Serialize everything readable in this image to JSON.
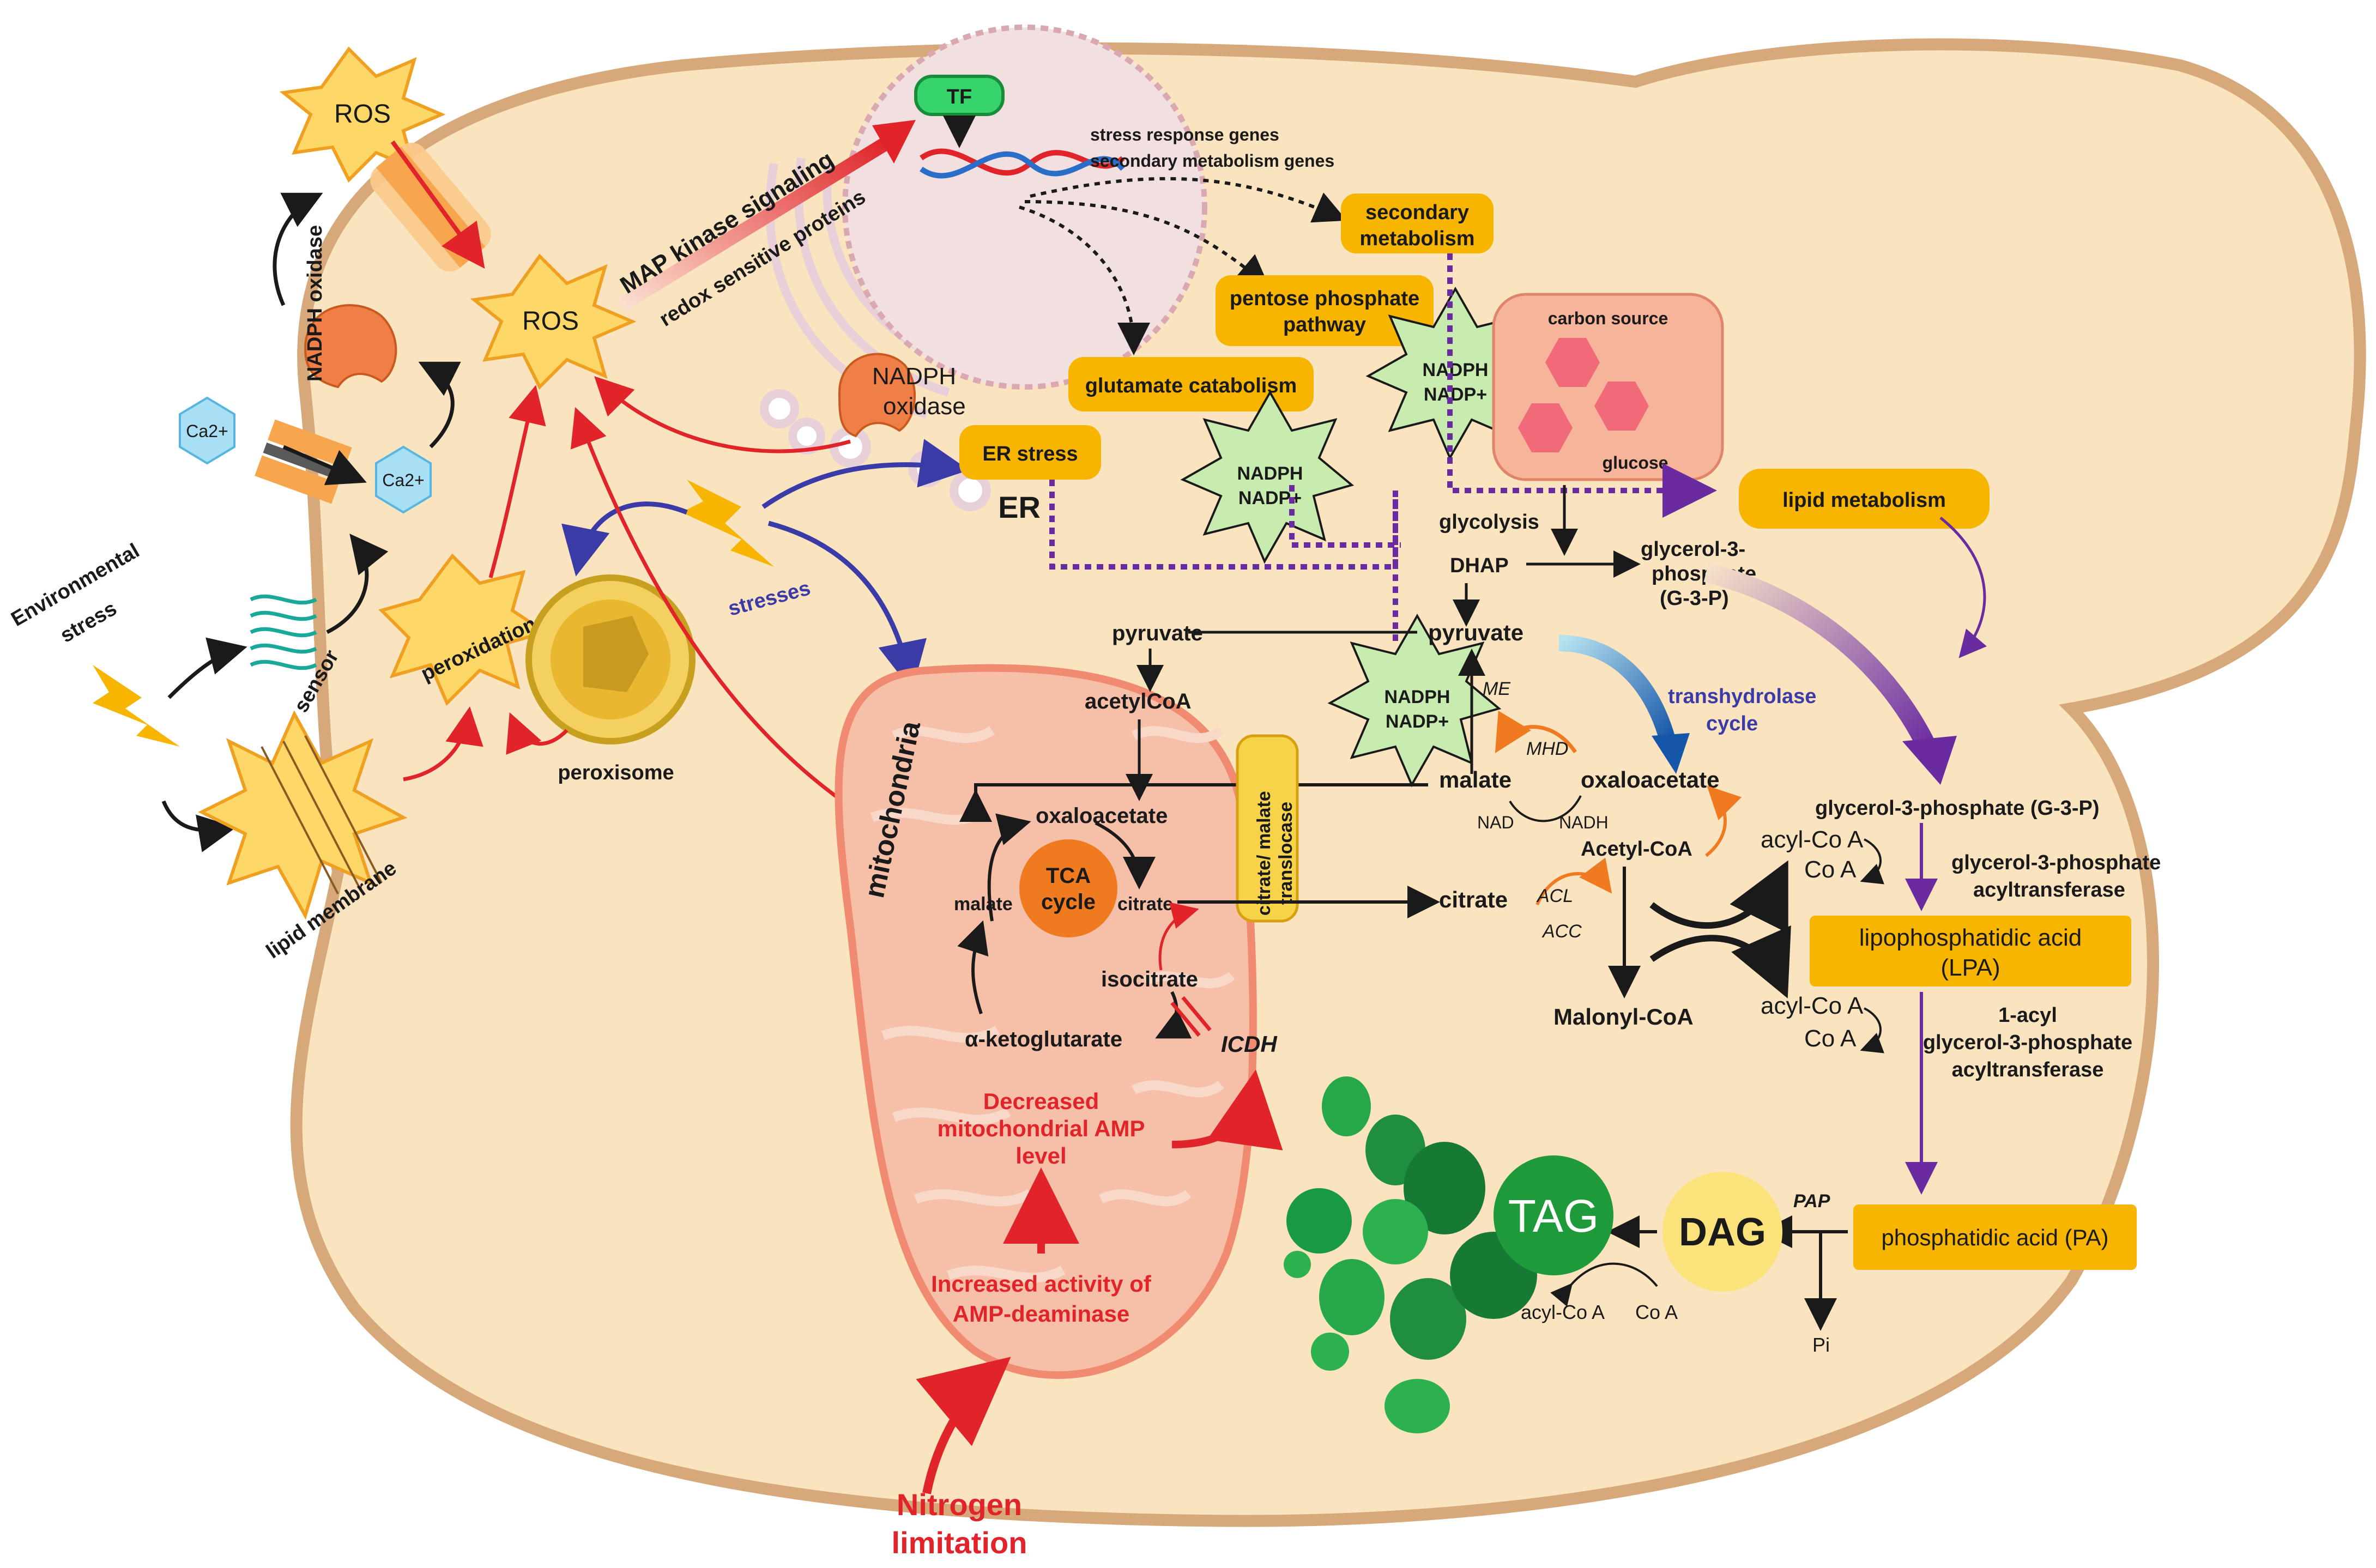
{
  "labels": {
    "ros_top": "ROS",
    "ros_mid": "ROS",
    "nadph_oxidase_left": "NADPH oxidase",
    "ca_a": "Ca2+",
    "ca_b": "Ca2+",
    "environmental_stress": [
      "Environmental",
      "stress"
    ],
    "sensor": "sensor",
    "peroxidation": "peroxidation",
    "peroxisome": "peroxisome",
    "lipid_membrane": "lipid membrane",
    "stresses": "stresses",
    "mitochondria": "mitochondria",
    "map_kinase": "MAP kinase signaling",
    "redox_proteins": "redox sensitive proteins",
    "tf": "TF",
    "genes": [
      "stress response genes",
      "secondary metabolism genes"
    ],
    "nadph_oxidase_er": [
      "NADPH",
      "oxidase"
    ],
    "er_stress": "ER stress",
    "er": "ER",
    "glutamate_catabolism": "glutamate catabolism",
    "pentose_phosphate": [
      "pentose phosphate",
      "pathway"
    ],
    "secondary_metabolism": [
      "secondary",
      "metabolism"
    ],
    "nadph": "NADPH",
    "nadp": "NADP+",
    "carbon_source": "carbon source",
    "glucose": "glucose",
    "lipid_metabolism": "lipid metabolism",
    "glycolysis": "glycolysis",
    "dhap": "DHAP",
    "g3p_top": [
      "glycerol-3-",
      "phosphate",
      "(G-3-P)"
    ],
    "pyruvate_cyto": "pyruvate",
    "me": "ME",
    "transhydrolase": [
      "transhydrolase",
      "cycle"
    ],
    "malate_cyto": "malate",
    "oxaloacetate_cyto": "oxaloacetate",
    "mhd": "MHD",
    "nad": "NAD",
    "nadh": "NADH",
    "acetyl_coa": "Acetyl-CoA",
    "citrate_cyto": "citrate",
    "acl": "ACL",
    "acc": "ACC",
    "malonyl_coa": "Malonyl-CoA",
    "pyruvate_mito": "pyruvate",
    "acetylcoa_mito": "acetylCoA",
    "oxaloacetate_mito": "oxaloacetate",
    "tca": [
      "TCA",
      "cycle"
    ],
    "malate_mito": "malate",
    "citrate_mito": "citrate",
    "isocitrate": "isocitrate",
    "akg": "α-ketoglutarate",
    "icdh": "ICDH",
    "translocase": [
      "citrate/ malate",
      "translocase"
    ],
    "decreased_amp": [
      "Decreased",
      "mitochondrial AMP",
      "level"
    ],
    "increased_activity": [
      "Increased activity of",
      "AMP-deaminase"
    ],
    "nitrogen": [
      "Nitrogen",
      "limitation"
    ],
    "g3p_right": "glycerol-3-phosphate (G-3-P)",
    "acylcoa_1": "acyl-Co A",
    "coa_1": "Co A",
    "g3p_acyltransferase": [
      "glycerol-3-phosphate",
      "acyltransferase"
    ],
    "lpa": [
      "lipophosphatidic acid",
      "(LPA)"
    ],
    "acylcoa_2": "acyl-Co A",
    "coa_2": "Co A",
    "acyl_transferase": [
      "1-acyl",
      "glycerol-3-phosphate",
      "acyltransferase"
    ],
    "pa": "phosphatidic acid (PA)",
    "pap": "PAP",
    "pi": "Pi",
    "dag": "DAG",
    "tag": "TAG",
    "acylcoa_3": "acyl-Co A",
    "coa_3": "Co A"
  },
  "colors": {
    "cytoplasm": "#fae3bf",
    "membrane": "#d6a87a",
    "box_orange": "#f7b500",
    "ros_yellow": "#fdd868",
    "red_arrow": "#e0242a",
    "blue_arrow": "#3b3ba8",
    "purple": "#6a2aa0",
    "mito_fill": "#f6bfa8",
    "mito_edge": "#f08a70",
    "lipid_green": "#1e9a3a",
    "nadph_star": "#c8ecb0"
  }
}
